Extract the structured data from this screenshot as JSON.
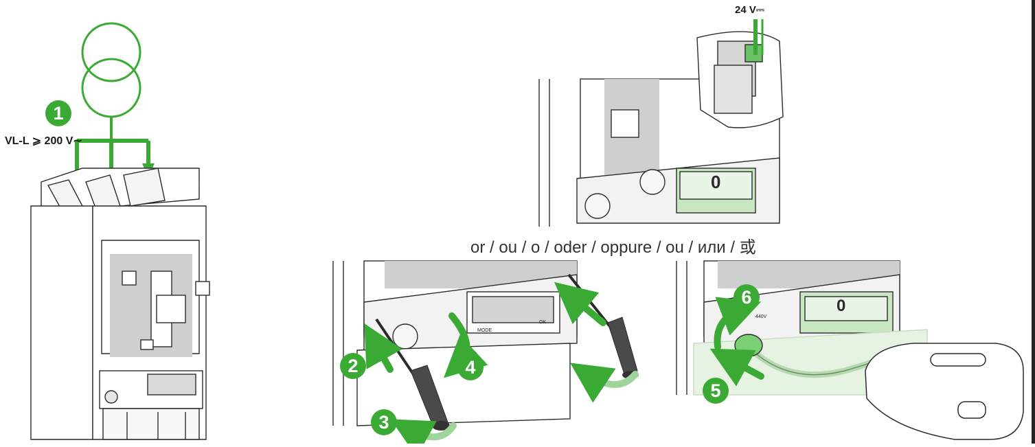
{
  "labels": {
    "voltage_ac": "VL-L ⩾ 200 V∼",
    "voltage_dc": "24 V⎓",
    "separator": "or / ou / o / oder / oppure / ou / или / 或"
  },
  "steps": [
    "1",
    "2",
    "3",
    "4",
    "5",
    "6"
  ],
  "display": {
    "value": "0",
    "mode_label": "MODE",
    "ok_label": "OK",
    "rating_label": "440V"
  },
  "colors": {
    "accent_green": "#3aaa35",
    "light_green": "#c8e6c0",
    "line": "#2b2b2b",
    "panel_grey": "#cfcfcf"
  }
}
